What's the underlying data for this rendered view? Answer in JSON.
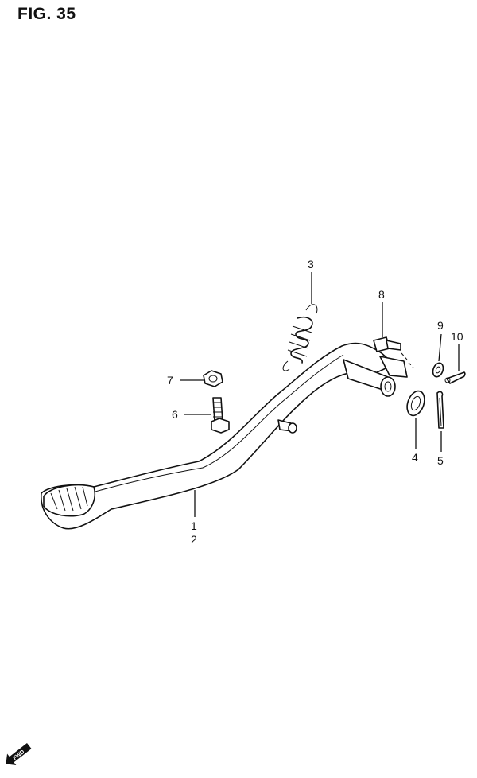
{
  "figure": {
    "title": "FIG. 35"
  },
  "callouts": [
    {
      "id": "1",
      "label": "1"
    },
    {
      "id": "2",
      "label": "2"
    },
    {
      "id": "3",
      "label": "3"
    },
    {
      "id": "4",
      "label": "4"
    },
    {
      "id": "5",
      "label": "5"
    },
    {
      "id": "6",
      "label": "6"
    },
    {
      "id": "7",
      "label": "7"
    },
    {
      "id": "8",
      "label": "8"
    },
    {
      "id": "9",
      "label": "9"
    },
    {
      "id": "10",
      "label": "10"
    }
  ],
  "direction_marker": {
    "label": "FWD",
    "icon": "forward-arrow-icon"
  }
}
